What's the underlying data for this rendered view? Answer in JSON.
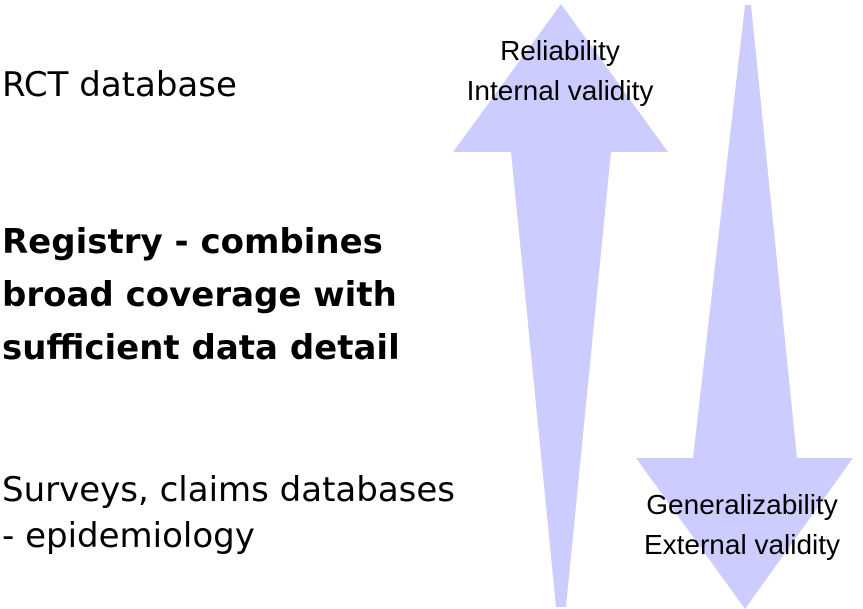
{
  "colors": {
    "arrow_fill": "#ccccff",
    "text": "#000000",
    "background": "#ffffff"
  },
  "left_column": {
    "rct": "RCT database",
    "registry": {
      "line1": "Registry -  combines",
      "line2": "broad coverage with",
      "line3": "sufficient data detail"
    },
    "surveys": {
      "line1": "Surveys, claims databases",
      "line2": "- epidemiology"
    }
  },
  "up_arrow": {
    "direction": "up",
    "label_line1": "Reliability",
    "label_line2": "Internal  validity"
  },
  "down_arrow": {
    "direction": "down",
    "label_line1": "Generalizability",
    "label_line2": "External  validity"
  }
}
